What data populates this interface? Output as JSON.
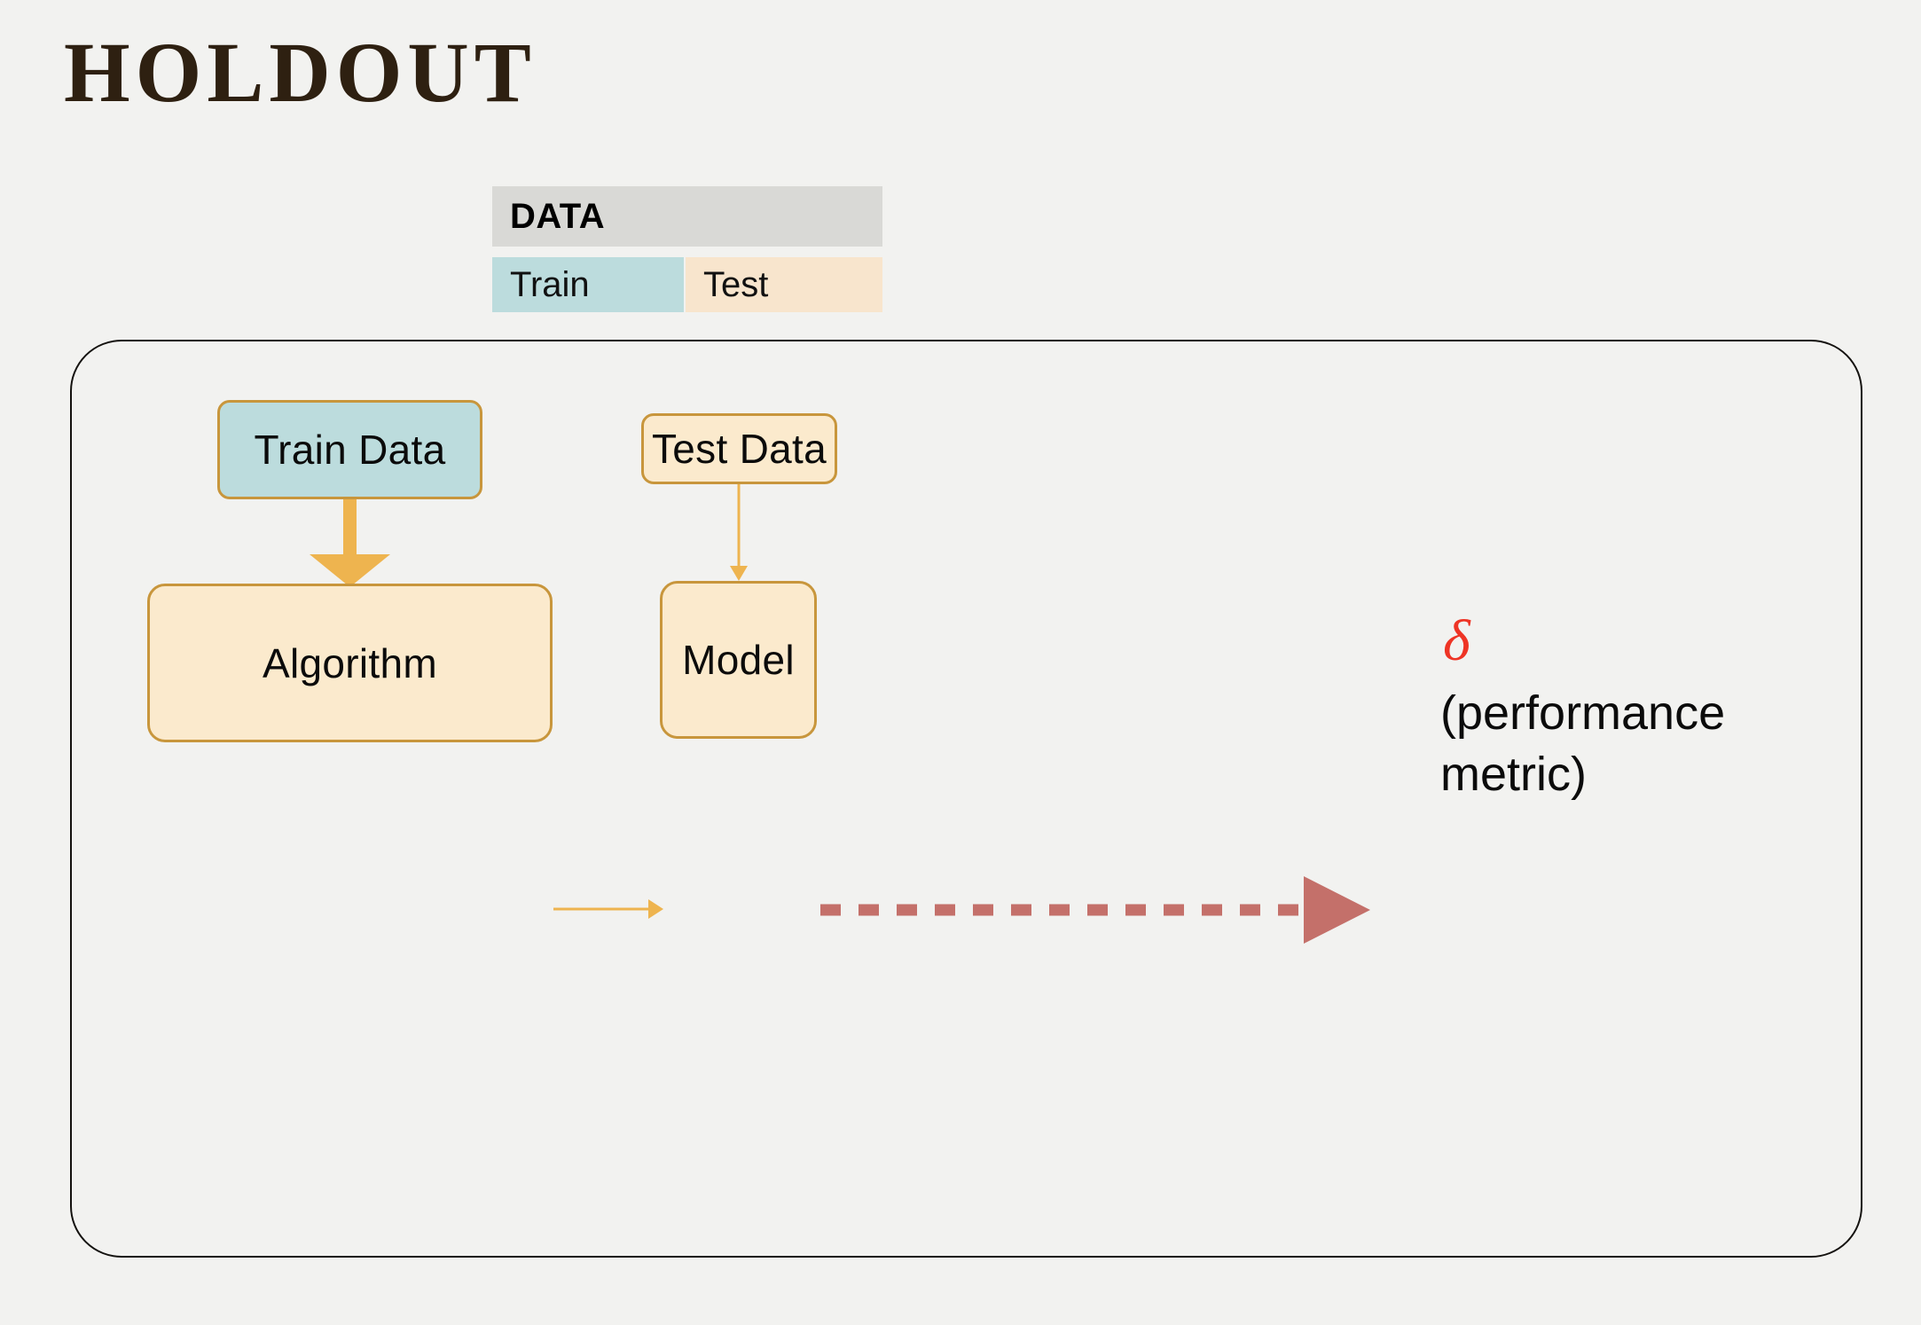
{
  "slide": {
    "title": "HOLDOUT",
    "background_color": "#f2f2f0",
    "title_color": "#2e2011"
  },
  "data_table": {
    "header_label": "DATA",
    "header_color": "#d9d9d6",
    "cells": [
      {
        "label": "Train",
        "color": "#bcdcdd"
      },
      {
        "label": "Test",
        "color": "#f8e5cd"
      }
    ]
  },
  "diagram": {
    "nodes": [
      {
        "id": "train-data",
        "label": "Train Data",
        "fill": "#bcdcdd",
        "border": "#c8963c"
      },
      {
        "id": "test-data",
        "label": "Test Data",
        "fill": "#fbeacd",
        "border": "#c8963c"
      },
      {
        "id": "algorithm",
        "label": "Algorithm",
        "fill": "#fbeacd",
        "border": "#c8963c"
      },
      {
        "id": "model",
        "label": "Model",
        "fill": "#fbeacd",
        "border": "#c8963c"
      }
    ],
    "edges": [
      {
        "id": "train-to-algorithm",
        "from": "train-data",
        "to": "algorithm",
        "style": "thick-solid",
        "color": "#eeb44f"
      },
      {
        "id": "test-to-model",
        "from": "test-data",
        "to": "model",
        "style": "thin-solid",
        "color": "#eeb44f"
      },
      {
        "id": "algorithm-to-model",
        "from": "algorithm",
        "to": "model",
        "style": "thin-solid",
        "color": "#eeb44f"
      },
      {
        "id": "model-to-metric",
        "from": "model",
        "to": "metric",
        "style": "thick-dashed",
        "color": "#c4706a"
      }
    ],
    "container_border_color": "#14120f"
  },
  "output": {
    "delta_symbol": "δ",
    "delta_color": "#ee3425",
    "caption": "(performance metric)"
  }
}
